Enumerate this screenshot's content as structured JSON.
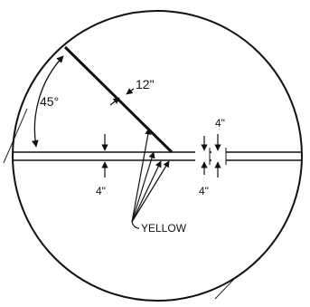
{
  "figure": {
    "labels": {
      "angle": "45°",
      "stripe_width": "12\"",
      "gap_left": "4\"",
      "gap_right_top": "4\"",
      "gap_right_bottom": "4\"",
      "color_note": "YELLOW"
    }
  }
}
